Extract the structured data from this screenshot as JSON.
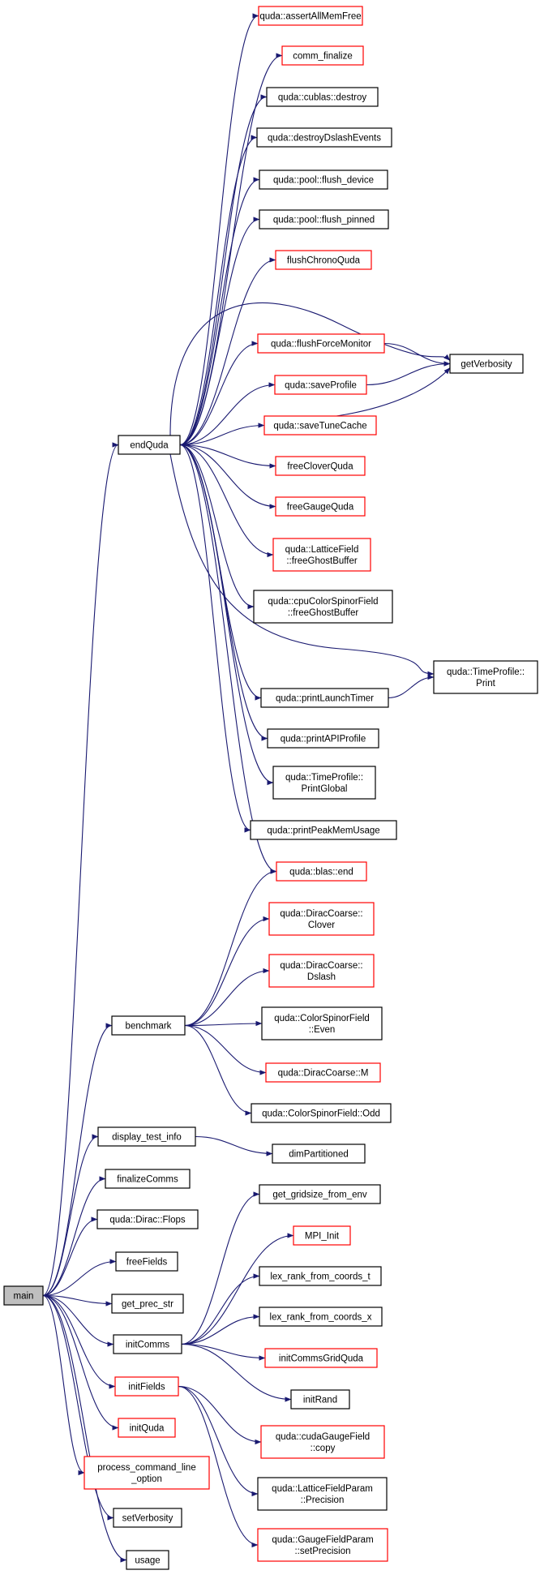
{
  "nodes": {
    "main": {
      "lines": [
        "main"
      ],
      "color": "root"
    },
    "endQuda": {
      "lines": [
        "endQuda"
      ],
      "color": "black"
    },
    "benchmark": {
      "lines": [
        "benchmark"
      ],
      "color": "black"
    },
    "display_test_info": {
      "lines": [
        "display_test_info"
      ],
      "color": "black"
    },
    "finalizeComms": {
      "lines": [
        "finalizeComms"
      ],
      "color": "black"
    },
    "dirac_flops": {
      "lines": [
        "quda::Dirac::Flops"
      ],
      "color": "black"
    },
    "freeFields": {
      "lines": [
        "freeFields"
      ],
      "color": "black"
    },
    "get_prec_str": {
      "lines": [
        "get_prec_str"
      ],
      "color": "black"
    },
    "initComms": {
      "lines": [
        "initComms"
      ],
      "color": "black"
    },
    "initFields": {
      "lines": [
        "initFields"
      ],
      "color": "red"
    },
    "initQuda": {
      "lines": [
        "initQuda"
      ],
      "color": "red"
    },
    "process_cmd": {
      "lines": [
        "process_command_line",
        "_option"
      ],
      "color": "red"
    },
    "setVerbosity": {
      "lines": [
        "setVerbosity"
      ],
      "color": "black"
    },
    "usage": {
      "lines": [
        "usage"
      ],
      "color": "black"
    },
    "assertAllMemFree": {
      "lines": [
        "quda::assertAllMemFree"
      ],
      "color": "red"
    },
    "comm_finalize": {
      "lines": [
        "comm_finalize"
      ],
      "color": "red"
    },
    "cublas_destroy": {
      "lines": [
        "quda::cublas::destroy"
      ],
      "color": "black"
    },
    "destroyDslashEvents": {
      "lines": [
        "quda::destroyDslashEvents"
      ],
      "color": "black"
    },
    "flush_device": {
      "lines": [
        "quda::pool::flush_device"
      ],
      "color": "black"
    },
    "flush_pinned": {
      "lines": [
        "quda::pool::flush_pinned"
      ],
      "color": "black"
    },
    "flushChronoQuda": {
      "lines": [
        "flushChronoQuda"
      ],
      "color": "red"
    },
    "flushForceMonitor": {
      "lines": [
        "quda::flushForceMonitor"
      ],
      "color": "red"
    },
    "saveProfile": {
      "lines": [
        "quda::saveProfile"
      ],
      "color": "red"
    },
    "saveTuneCache": {
      "lines": [
        "quda::saveTuneCache"
      ],
      "color": "red"
    },
    "freeCloverQuda": {
      "lines": [
        "freeCloverQuda"
      ],
      "color": "red"
    },
    "freeGaugeQuda": {
      "lines": [
        "freeGaugeQuda"
      ],
      "color": "red"
    },
    "lf_freeGhost": {
      "lines": [
        "quda::LatticeField",
        "::freeGhostBuffer"
      ],
      "color": "red"
    },
    "cpu_freeGhost": {
      "lines": [
        "quda::cpuColorSpinorField",
        "::freeGhostBuffer"
      ],
      "color": "black"
    },
    "printLaunchTimer": {
      "lines": [
        "quda::printLaunchTimer"
      ],
      "color": "black"
    },
    "printAPIProfile": {
      "lines": [
        "quda::printAPIProfile"
      ],
      "color": "black"
    },
    "printGlobal": {
      "lines": [
        "quda::TimeProfile::",
        "PrintGlobal"
      ],
      "color": "black"
    },
    "printPeakMem": {
      "lines": [
        "quda::printPeakMemUsage"
      ],
      "color": "black"
    },
    "blas_end": {
      "lines": [
        "quda::blas::end"
      ],
      "color": "red"
    },
    "getVerbosity": {
      "lines": [
        "getVerbosity"
      ],
      "color": "black"
    },
    "tp_print": {
      "lines": [
        "quda::TimeProfile::",
        "Print"
      ],
      "color": "black"
    },
    "dc_clover": {
      "lines": [
        "quda::DiracCoarse::",
        "Clover"
      ],
      "color": "red"
    },
    "dc_dslash": {
      "lines": [
        "quda::DiracCoarse::",
        "Dslash"
      ],
      "color": "red"
    },
    "csf_even": {
      "lines": [
        "quda::ColorSpinorField",
        "::Even"
      ],
      "color": "black"
    },
    "dc_m": {
      "lines": [
        "quda::DiracCoarse::M"
      ],
      "color": "red"
    },
    "csf_odd": {
      "lines": [
        "quda::ColorSpinorField::Odd"
      ],
      "color": "black"
    },
    "dimPartitioned": {
      "lines": [
        "dimPartitioned"
      ],
      "color": "black"
    },
    "get_gridsize": {
      "lines": [
        "get_gridsize_from_env"
      ],
      "color": "black"
    },
    "mpi_init": {
      "lines": [
        "MPI_Init"
      ],
      "color": "red"
    },
    "lex_t": {
      "lines": [
        "lex_rank_from_coords_t"
      ],
      "color": "black"
    },
    "lex_x": {
      "lines": [
        "lex_rank_from_coords_x"
      ],
      "color": "black"
    },
    "initCommsGrid": {
      "lines": [
        "initCommsGridQuda"
      ],
      "color": "red"
    },
    "initRand": {
      "lines": [
        "initRand"
      ],
      "color": "black"
    },
    "cgf_copy": {
      "lines": [
        "quda::cudaGaugeField",
        "::copy"
      ],
      "color": "red"
    },
    "lfp_precision": {
      "lines": [
        "quda::LatticeFieldParam",
        "::Precision"
      ],
      "color": "black"
    },
    "gfp_setprec": {
      "lines": [
        "quda::GaugeFieldParam",
        "::setPrecision"
      ],
      "color": "red"
    }
  }
}
